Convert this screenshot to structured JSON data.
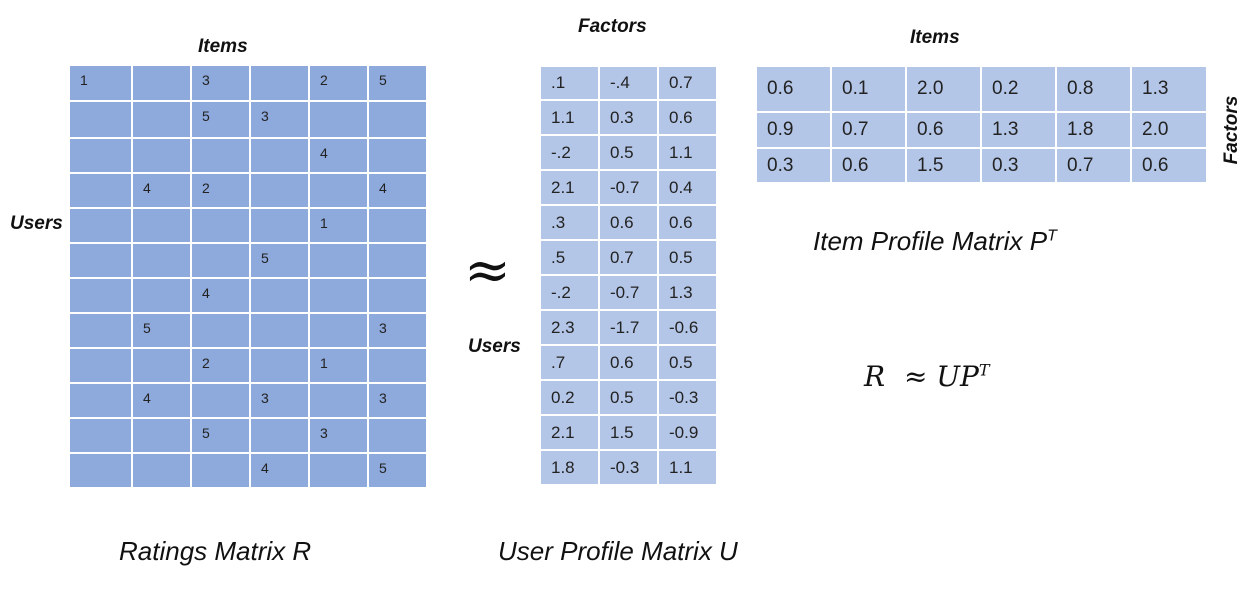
{
  "ratings": {
    "items_label": "Items",
    "users_label": "Users",
    "caption": "Ratings Matrix R",
    "rows": [
      [
        "1",
        "",
        "3",
        "",
        "2",
        "5"
      ],
      [
        "",
        "",
        "5",
        "3",
        "",
        ""
      ],
      [
        "",
        "",
        "",
        "",
        "4",
        ""
      ],
      [
        "",
        "4",
        "2",
        "",
        "",
        "4"
      ],
      [
        "",
        "",
        "",
        "",
        "1",
        ""
      ],
      [
        "",
        "",
        "",
        "5",
        "",
        ""
      ],
      [
        "",
        "",
        "4",
        "",
        "",
        ""
      ],
      [
        "",
        "5",
        "",
        "",
        "",
        "3"
      ],
      [
        "",
        "",
        "2",
        "",
        "1",
        ""
      ],
      [
        "",
        "4",
        "",
        "3",
        "",
        "3"
      ],
      [
        "",
        "",
        "5",
        "",
        "3",
        ""
      ],
      [
        "",
        "",
        "",
        "4",
        "",
        "5"
      ]
    ]
  },
  "approx_symbol": "≈",
  "user_profile": {
    "factors_label": "Factors",
    "users_label": "Users",
    "caption": "User Profile Matrix U",
    "rows": [
      [
        ".1",
        "-.4",
        "0.7"
      ],
      [
        "1.1",
        "0.3",
        "0.6"
      ],
      [
        "-.2",
        "0.5",
        "1.1"
      ],
      [
        "2.1",
        "-0.7",
        "0.4"
      ],
      [
        ".3",
        "0.6",
        "0.6"
      ],
      [
        ".5",
        "0.7",
        "0.5"
      ],
      [
        "-.2",
        "-0.7",
        "1.3"
      ],
      [
        "2.3",
        "-1.7",
        "-0.6"
      ],
      [
        ".7",
        "0.6",
        "0.5"
      ],
      [
        "0.2",
        "0.5",
        "-0.3"
      ],
      [
        "2.1",
        "1.5",
        "-0.9"
      ],
      [
        "1.8",
        "-0.3",
        "1.1"
      ]
    ]
  },
  "item_profile": {
    "items_label": "Items",
    "factors_label": "Factors",
    "caption_main": "Item Profile Matrix P",
    "caption_sup": "T",
    "rows": [
      [
        "0.6",
        "0.1",
        "2.0",
        "0.2",
        "0.8",
        "1.3"
      ],
      [
        "0.9",
        "0.7",
        "0.6",
        "1.3",
        "1.8",
        "2.0"
      ],
      [
        "0.3",
        "0.6",
        "1.5",
        "0.3",
        "0.7",
        "0.6"
      ]
    ]
  },
  "equation": {
    "lhs": "R",
    "symbol": "≈",
    "rhs": "UP",
    "sup": "T"
  },
  "colors": {
    "ratings_fill": "#8ea9db",
    "profile_fill": "#b4c6e7"
  }
}
